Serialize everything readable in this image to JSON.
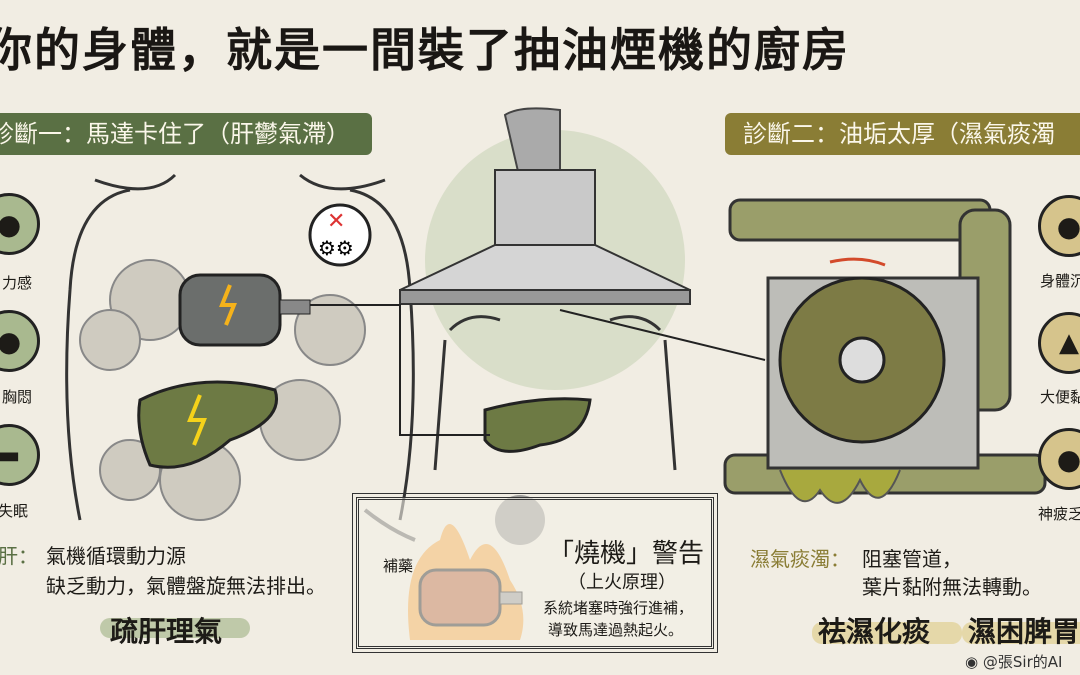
{
  "title": "你的身體，就是一間裝了抽油煙機的廚房",
  "left": {
    "banner": "診斷一：馬達卡住了（肝鬱氣滯）",
    "symptoms": [
      {
        "label": "力感",
        "icon": "fatigue-icon"
      },
      {
        "label": "胸悶",
        "icon": "chest-tightness-icon"
      },
      {
        "label": "失眠",
        "icon": "insomnia-icon"
      }
    ],
    "organ": "肝：",
    "desc1": "氣機循環動力源",
    "desc2": "缺乏動力，氣體盤旋無法排出。",
    "treatment": "疏肝理氣",
    "color": "#5a7044"
  },
  "warning": {
    "tonic_label": "補藥",
    "title": "「燒機」警告",
    "subtitle": "（上火原理）",
    "line1": "系統堵塞時強行進補，",
    "line2": "導致馬達過熱起火。"
  },
  "right": {
    "banner": "診斷二：油垢太厚（濕氣痰濁",
    "symptoms": [
      {
        "label": "身體沉",
        "icon": "heavy-body-icon"
      },
      {
        "label": "大便黏",
        "icon": "toilet-icon"
      },
      {
        "label": "神疲乏",
        "icon": "tired-icon"
      }
    ],
    "cause": "濕氣痰濁：",
    "desc1": "阻塞管道，",
    "desc2": "葉片黏附無法轉動。",
    "treatment1": "祛濕化痰",
    "treatment2": "濕困脾胃",
    "color": "#8a7d35"
  },
  "watermark": "@張Sir的AI"
}
